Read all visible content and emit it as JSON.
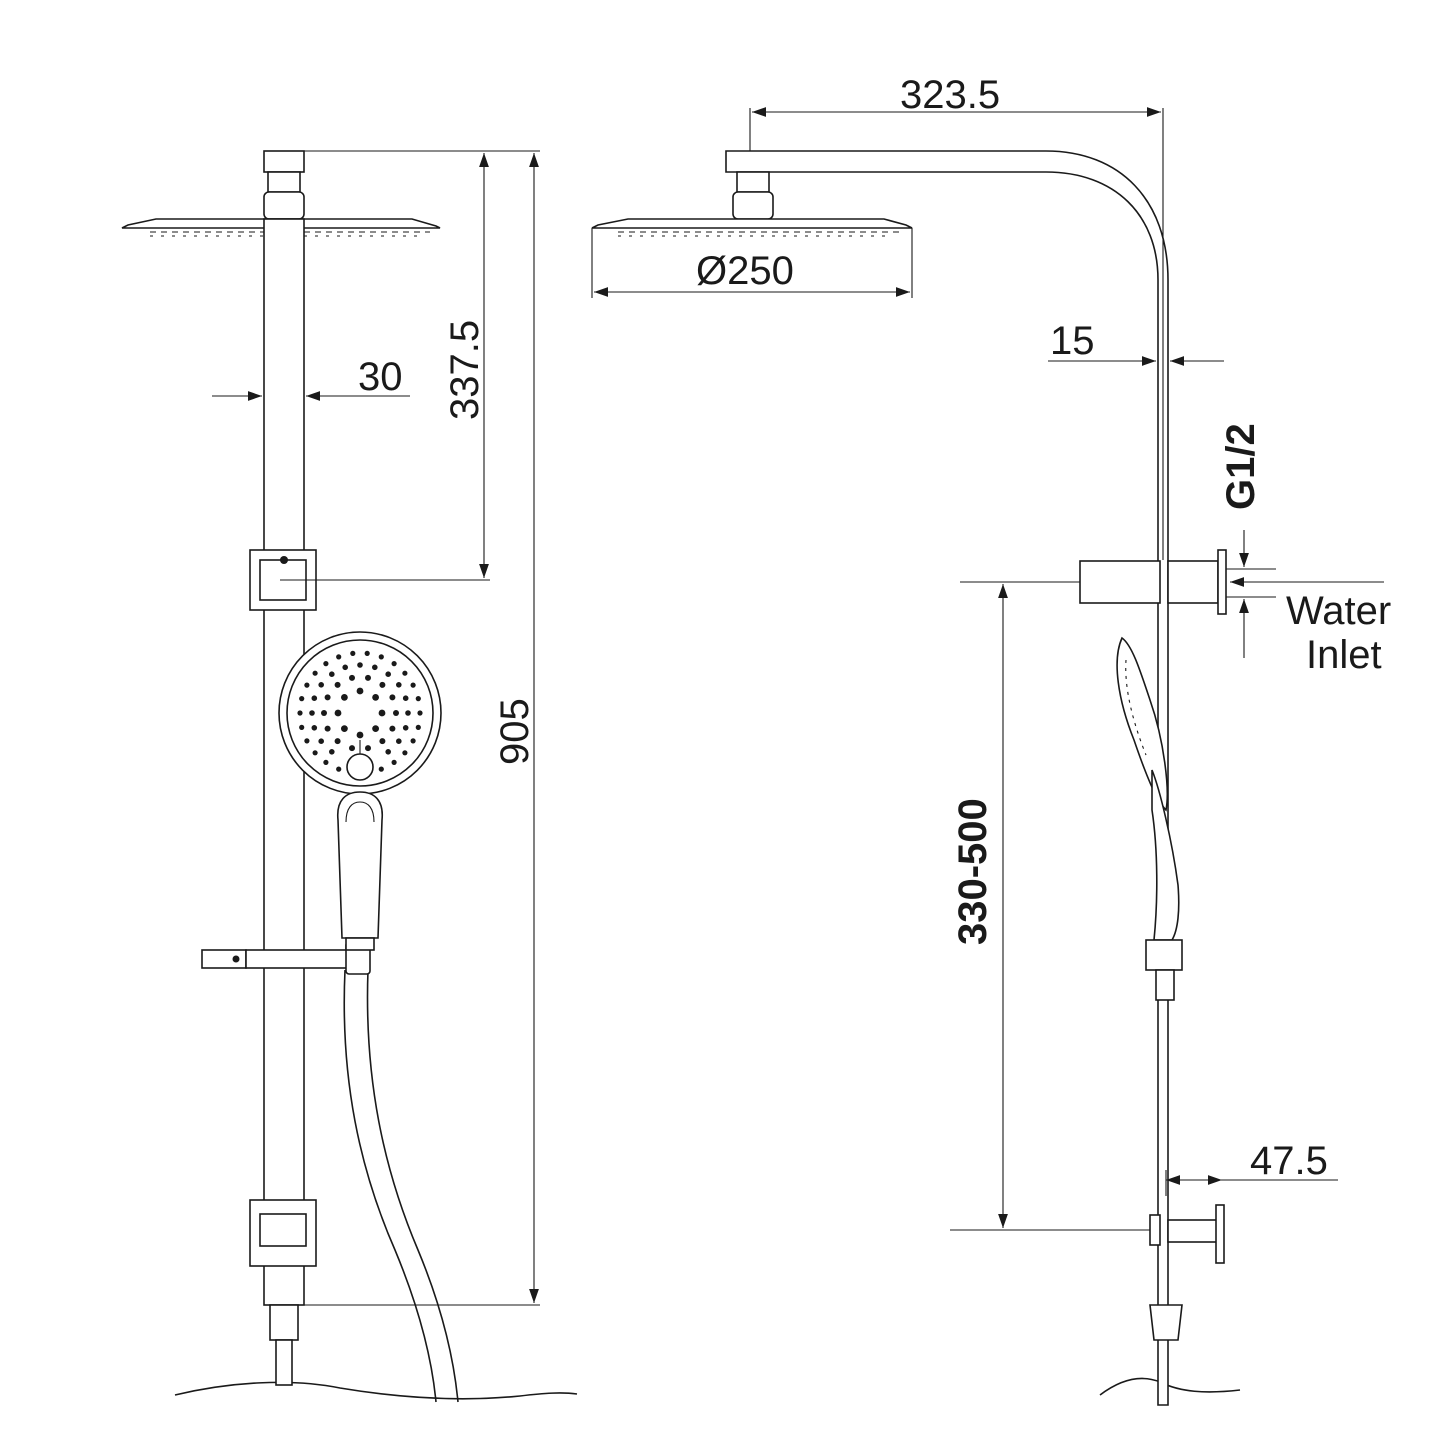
{
  "dimensions": {
    "arm_reach": "323.5",
    "head_diameter": "Ø250",
    "arm_offset": "15",
    "rail_width": "30",
    "head_to_bracket": "337.5",
    "overall_height": "905",
    "inlet_thread": "G1/2",
    "bracket_adjust": "330-500",
    "wall_offset": "47.5"
  },
  "labels": {
    "water_inlet_line1": "Water",
    "water_inlet_line2": "Inlet"
  },
  "colors": {
    "line": "#1a1a1a",
    "background": "#ffffff"
  }
}
